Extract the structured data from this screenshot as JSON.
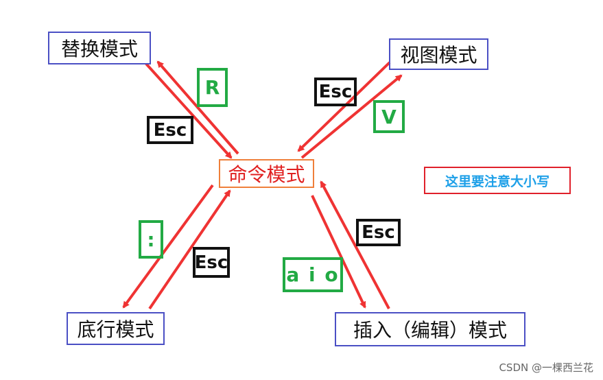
{
  "modes": {
    "replace": "替换模式",
    "visual": "视图模式",
    "command": "命令模式",
    "lastline": "底行模式",
    "insert": "插入（编辑）模式"
  },
  "keys": {
    "esc_replace": "Esc",
    "r": "R",
    "esc_visual": "Esc",
    "v": "V",
    "colon": ":",
    "esc_lastline": "Esc",
    "esc_insert": "Esc",
    "aio": "a i o"
  },
  "note": "这里要注意大小写",
  "watermark": "CSDN @一棵西兰花",
  "colors": {
    "arrow": "#ef3333",
    "mode_border": "#4a4fc4",
    "command_text": "#e02020",
    "command_border": "#ef7f3a",
    "green_key": "#22aa44",
    "note_text": "#1ea0e8",
    "note_border": "#e0202a"
  }
}
